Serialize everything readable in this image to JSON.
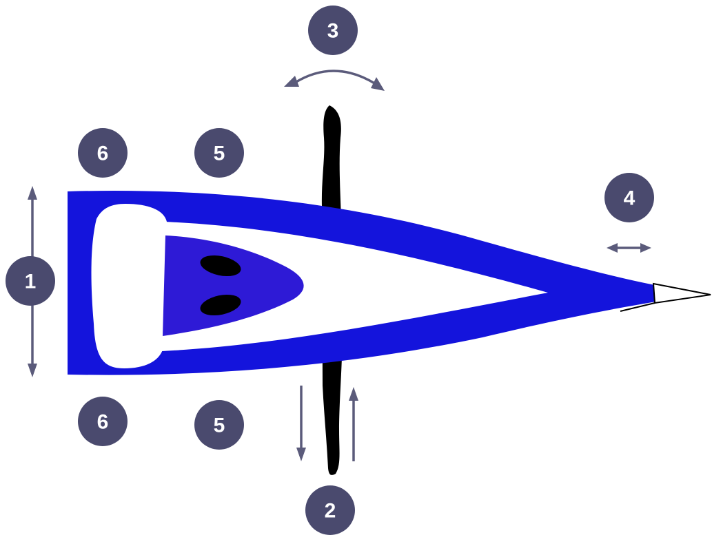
{
  "colors": {
    "hull": "#1414dc",
    "cockpit": "#2e1ad6",
    "sail_and_keel": "#000000",
    "badge": "#4a4a6e",
    "arrows": "#5b5b7b"
  },
  "labels": {
    "position_1": "1",
    "position_2": "2",
    "position_3": "3",
    "position_4": "4",
    "position_5_top": "5",
    "position_5_bottom": "5",
    "position_6_top": "6",
    "position_6_bottom": "6"
  }
}
